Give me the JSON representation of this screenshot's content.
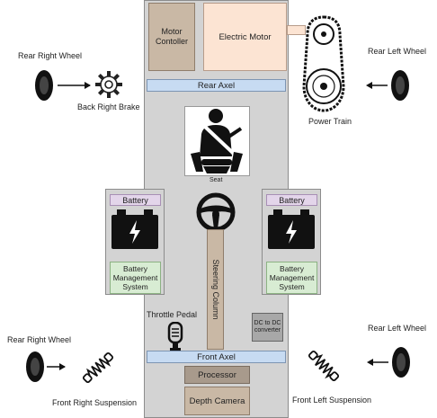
{
  "labels": {
    "motor_controller": "Motor Contoller",
    "electric_motor": "Electric Motor",
    "rear_axel": "Rear Axel",
    "front_axel": "Front Axel",
    "seat": "Seat",
    "battery_left": "Battery",
    "battery_right": "Battery",
    "bms_left": "Battery Management System",
    "bms_right": "Battery Management System",
    "steering_column": "Steering Column",
    "throttle_pedal": "Throttle Pedal",
    "dc_converter": "DC to DC converter",
    "processor": "Processor",
    "depth_camera": "Depth Camera",
    "rear_right_wheel_top": "Rear Right Wheel",
    "rear_left_wheel_top": "Rear Left Wheel",
    "back_right_brake": "Back Right Brake",
    "power_train": "Power Train",
    "rear_right_wheel_bottom": "Rear Right Wheel",
    "rear_left_wheel_bottom": "Rear Left Wheel",
    "front_right_suspension": "Front Right Suspension",
    "front_left_suspension": "Front Left Suspension"
  },
  "colors": {
    "chassis": "#d3d3d3",
    "motor": "#fce4d3",
    "controller": "#c9b8a5",
    "axel": "#c7dbf2",
    "battery_title": "#e3d5ea",
    "bms": "#d8ecd3"
  }
}
